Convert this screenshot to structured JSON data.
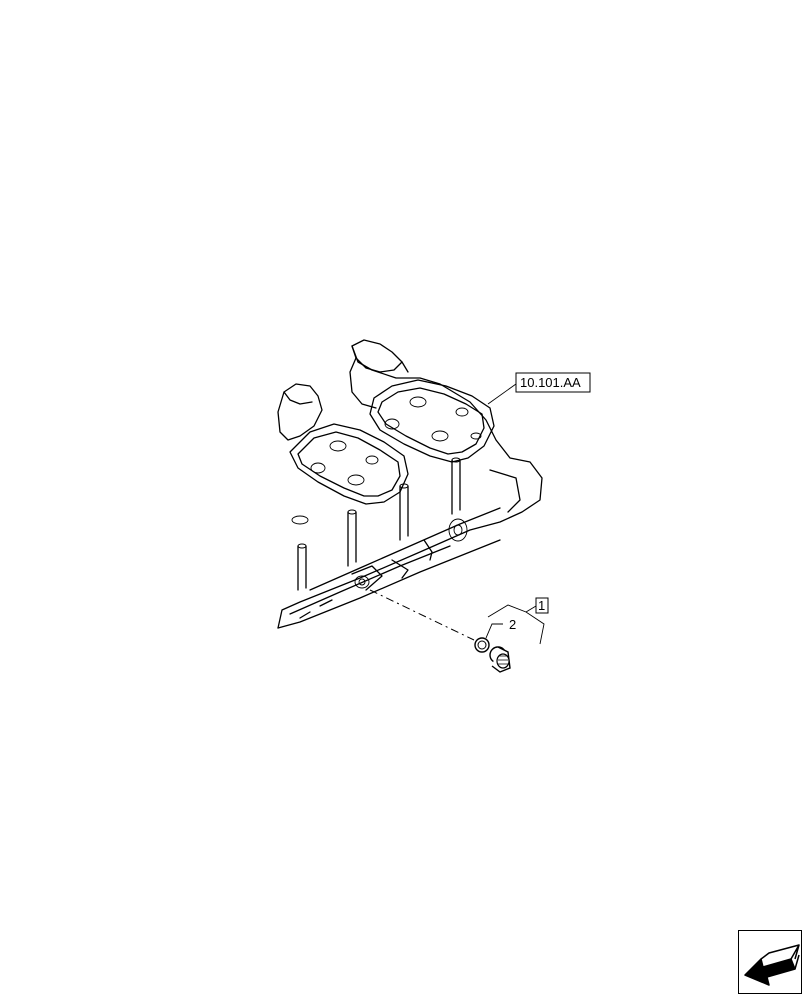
{
  "diagram": {
    "reference_label": "10.101.AA",
    "callouts": [
      {
        "number": "1",
        "part": "plug-assembly"
      },
      {
        "number": "2",
        "part": "sealing-ring"
      }
    ]
  },
  "navigation": {
    "icon": "previous-arrow-icon"
  }
}
